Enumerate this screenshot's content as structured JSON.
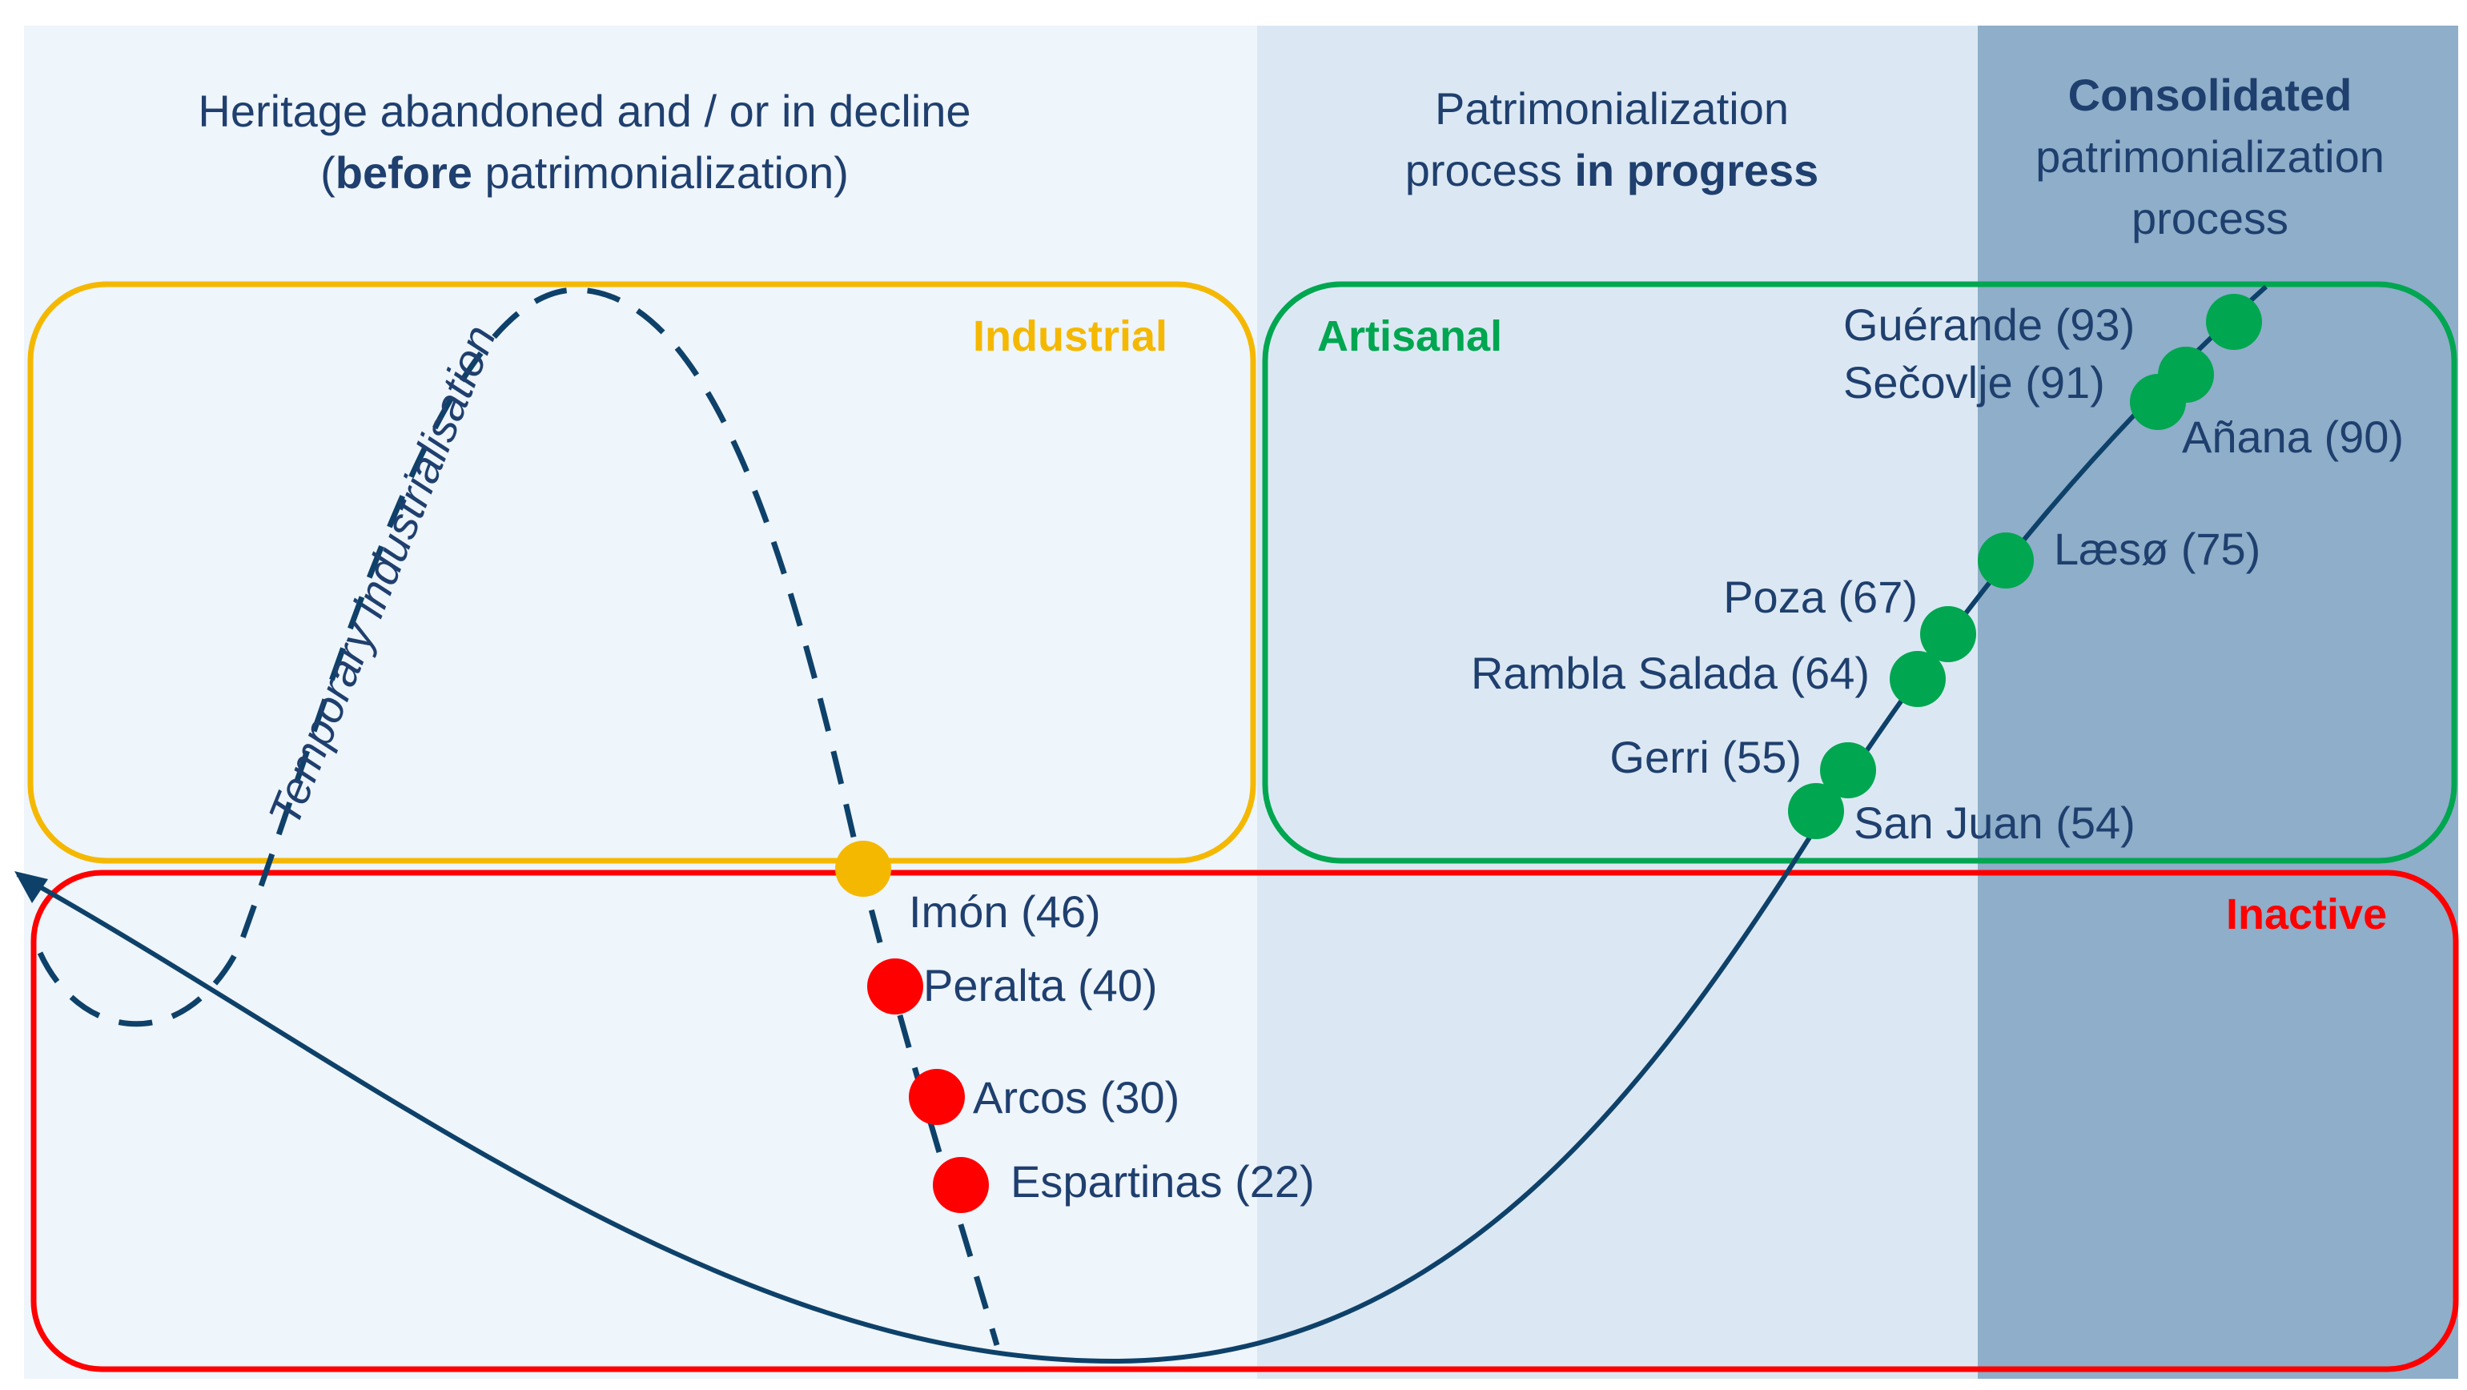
{
  "headers": {
    "left_line1": "Heritage abandoned and / or in decline",
    "left_line2_open": "(",
    "left_line2_bold": "before",
    "left_line2_rest": " patrimonialization)",
    "middle_line1": "Patrimonialization",
    "middle_line2_pre": "process ",
    "middle_line2_bold": "in progress",
    "right_line1_bold": "Consolidated",
    "right_line2": "patrimonialization",
    "right_line3": "process"
  },
  "boxes": {
    "industrial": "Industrial",
    "artisanal": "Artisanal",
    "inactive": "Inactive"
  },
  "curve_label": "Temporary industrialisation",
  "sites": {
    "guerande": "Guérande (93)",
    "secovlje": "Sečovlje (91)",
    "anana": "Añana (90)",
    "laeso": "Læsø (75)",
    "poza": "Poza (67)",
    "rambla": "Rambla Salada (64)",
    "gerri": "Gerri (55)",
    "sanjuan": "San Juan (54)",
    "imon": "Imón (46)",
    "peralta": "Peralta (40)",
    "arcos": "Arcos (30)",
    "espartinas": "Espartinas (22)"
  },
  "colors": {
    "industrial": "#f5b800",
    "artisanal": "#00a650",
    "inactive": "#ff0000",
    "curve": "#0e4169",
    "text": "#1f3f6e",
    "bg_left": "#eef5fb",
    "bg_middle": "#dbe8f3",
    "bg_right": "#8eaec9"
  }
}
